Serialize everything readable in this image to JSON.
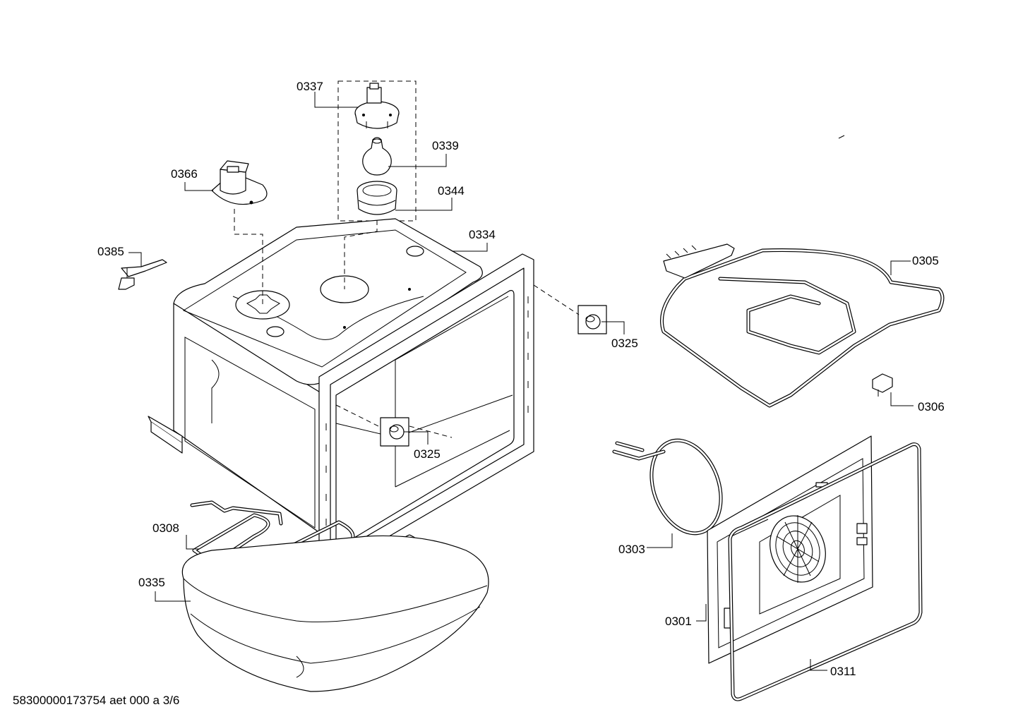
{
  "diagram": {
    "labels": {
      "l0337": "0337",
      "l0339": "0339",
      "l0344": "0344",
      "l0366": "0366",
      "l0334": "0334",
      "l0385": "0385",
      "l0325a": "0325",
      "l0325b": "0325",
      "l0305": "0305",
      "l0306": "0306",
      "l0303": "0303",
      "l0301": "0301",
      "l0311": "0311",
      "l0308": "0308",
      "l0335": "0335"
    },
    "footer": "58300000173754 aet 000 a 3/6"
  }
}
